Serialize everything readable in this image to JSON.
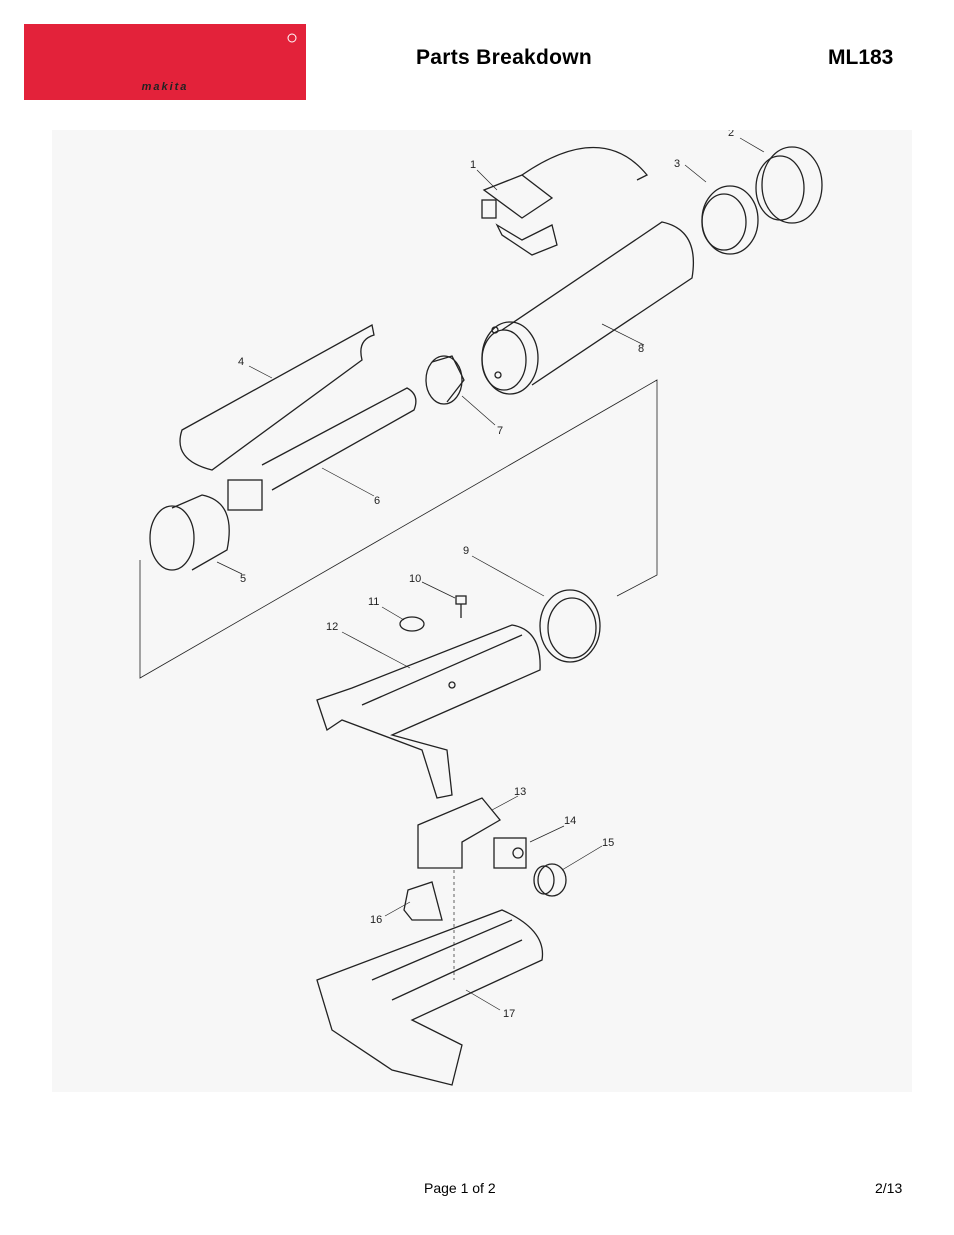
{
  "header": {
    "brand_logo_text": "makita",
    "brand_color": "#e3223a",
    "title": "Parts Breakdown",
    "model": "ML183"
  },
  "diagram": {
    "callouts": [
      "1",
      "2",
      "3",
      "4",
      "5",
      "6",
      "7",
      "8",
      "9",
      "10",
      "11",
      "12",
      "13",
      "14",
      "15",
      "16",
      "17"
    ]
  },
  "footer": {
    "page": "Page 1 of 2",
    "date": "2/13"
  }
}
